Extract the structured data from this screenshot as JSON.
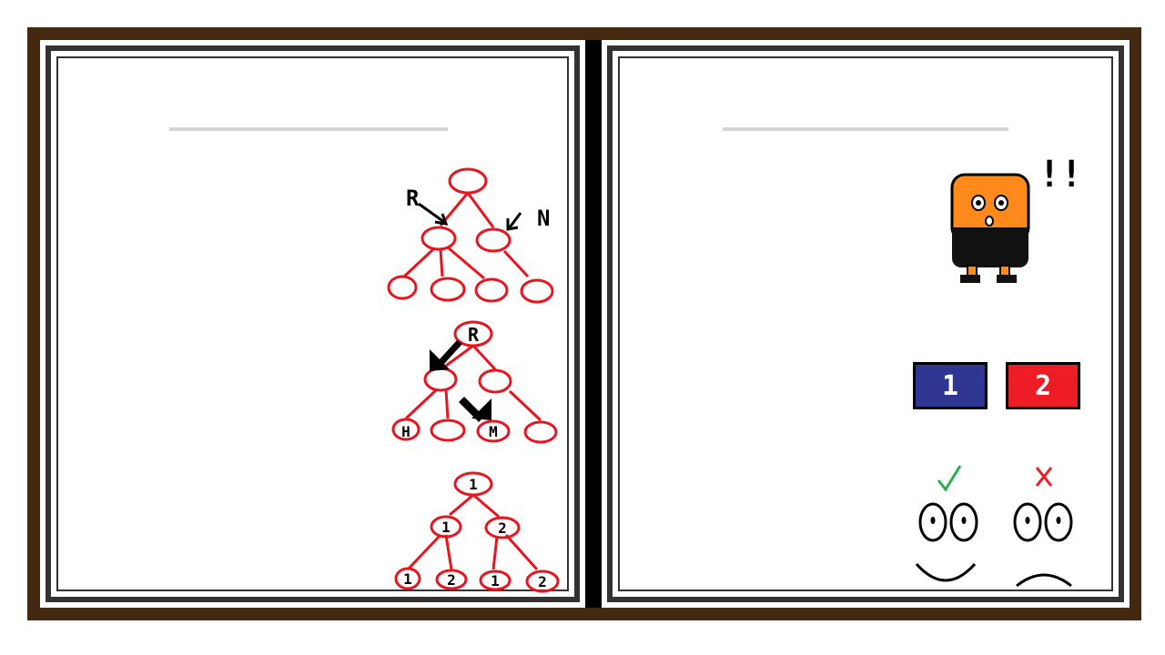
{
  "colors": {
    "book_cover": "#42290f",
    "frame": "#333333",
    "tree_red": "#e8141e",
    "character_orange": "#ff8a1c",
    "button_1": "#2f3692",
    "button_2": "#ee1c24",
    "check_green": "#22b14c",
    "cross_red": "#ee1c24"
  },
  "left_page": {
    "tree1": {
      "labels": [
        "R",
        "N"
      ]
    },
    "tree2": {
      "root_label": "R",
      "leaf_labels": [
        "H",
        "M"
      ]
    },
    "tree3": {
      "root_label": "1",
      "mid_labels": [
        "1",
        "2"
      ],
      "leaf_labels": [
        "1",
        "2",
        "1",
        "2"
      ]
    }
  },
  "right_page": {
    "exclamation": "!!",
    "buttons": [
      {
        "label": "1",
        "color": "#2f3692"
      },
      {
        "label": "2",
        "color": "#ee1c24"
      }
    ],
    "feedback": {
      "correct_icon": "check-icon",
      "wrong_icon": "cross-icon"
    }
  }
}
